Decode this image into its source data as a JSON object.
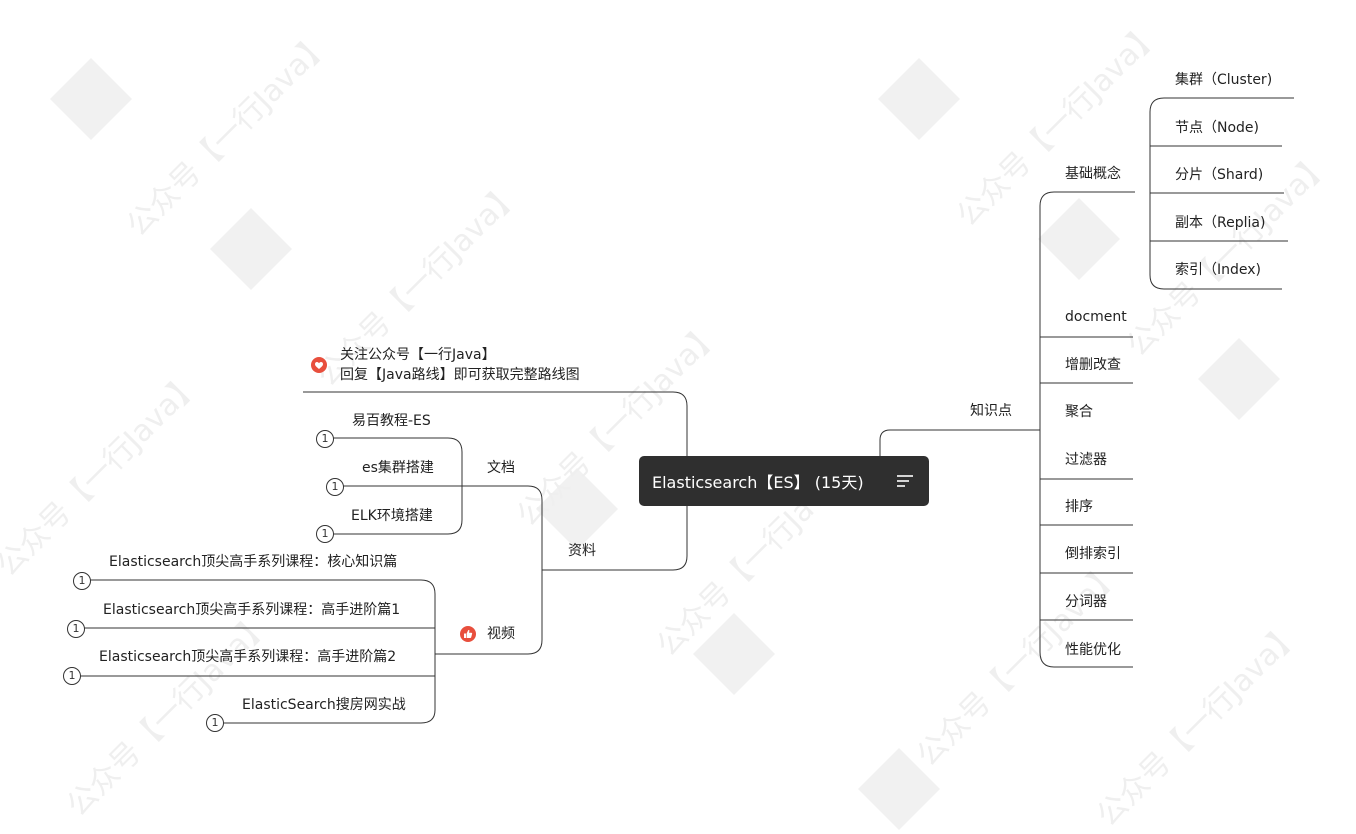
{
  "root": {
    "title": "Elasticsearch【ES】 (15天)",
    "icon": "menu-lines-icon"
  },
  "right": {
    "branch_label": "知识点",
    "basic": {
      "label": "基础概念",
      "children": [
        "集群（Cluster)",
        "节点（Node)",
        "分片（Shard)",
        "副本（Replia)",
        "索引（Index)"
      ]
    },
    "topics": [
      "docment",
      "增删改查",
      "聚合",
      "过滤器",
      "排序",
      "倒排索引",
      "分词器",
      "性能优化"
    ]
  },
  "left": {
    "note": {
      "line1": "关注公众号【一行Java】",
      "line2": "回复【Java路线】即可获取完整路线图",
      "icon": "heart-icon"
    },
    "resources": {
      "label": "资料",
      "docs": {
        "label": "文档",
        "items": [
          "易百教程-ES",
          "es集群搭建",
          "ELK环境搭建"
        ]
      },
      "videos": {
        "label": "视频",
        "icon": "thumbs-up-icon",
        "items": [
          "Elasticsearch顶尖高手系列课程：核心知识篇",
          "Elasticsearch顶尖高手系列课程：高手进阶篇1",
          "Elasticsearch顶尖高手系列课程：高手进阶篇2",
          "ElasticSearch搜房网实战"
        ]
      }
    },
    "badge_value": "1"
  },
  "watermark": "公众号【一行Java】"
}
